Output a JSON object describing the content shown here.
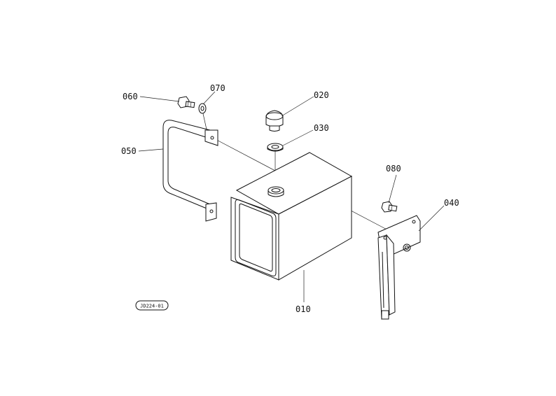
{
  "diagram": {
    "reference_code": "JD224-01",
    "parts": [
      {
        "id": "tank",
        "label": "010"
      },
      {
        "id": "cap",
        "label": "020"
      },
      {
        "id": "cap-washer",
        "label": "030"
      },
      {
        "id": "right-bracket",
        "label": "040"
      },
      {
        "id": "left-strap",
        "label": "050"
      },
      {
        "id": "left-bolt",
        "label": "060"
      },
      {
        "id": "left-washer",
        "label": "070"
      },
      {
        "id": "right-bolt",
        "label": "080"
      }
    ]
  }
}
